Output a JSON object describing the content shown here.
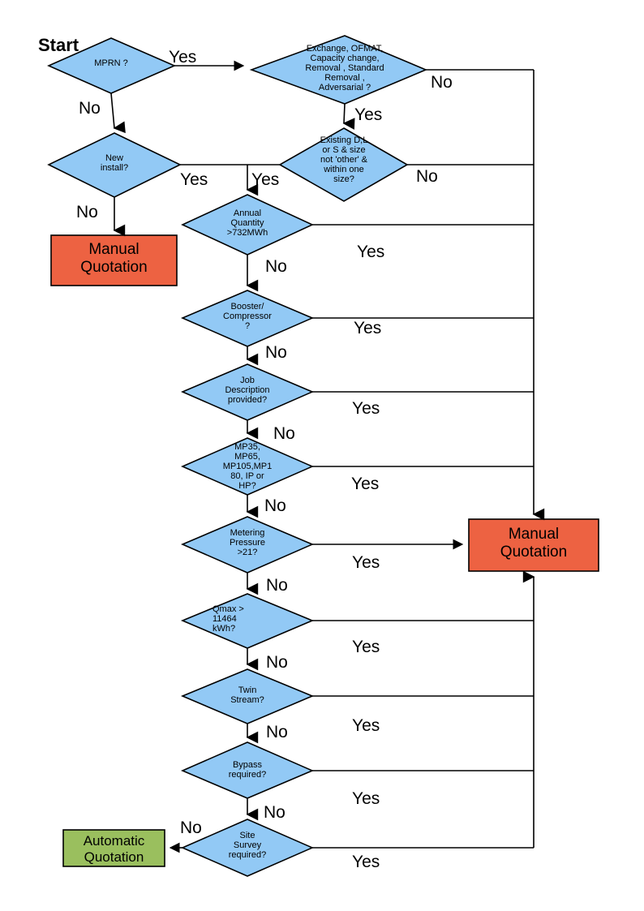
{
  "diagram": {
    "title_label": "Start",
    "colors": {
      "decision_fill": "#92C9F5",
      "manual_fill": "#ED6242",
      "automatic_fill": "#9ABF5E",
      "stroke": "#000000",
      "text": "#000000"
    },
    "yes_label": "Yes",
    "no_label": "No",
    "decisions": [
      {
        "id": "mprn",
        "text": "MPRN ?"
      },
      {
        "id": "exchange",
        "text": "Exchange, OFMAT,\nCapacity change,\nRemoval , Standard\nRemoval ,\nAdversarial ?"
      },
      {
        "id": "newinst",
        "text": "New\ninstall?"
      },
      {
        "id": "existing",
        "text": "Existing D,L\nor S & size\nnot 'other' &\nwithin one\nsize?"
      },
      {
        "id": "annual",
        "text": "Annual\nQuantity\n>732MWh"
      },
      {
        "id": "booster",
        "text": "Booster/\nCompressor\n?"
      },
      {
        "id": "jobdesc",
        "text": "Job\nDescription\nprovided?"
      },
      {
        "id": "mpclass",
        "text": "MP35,\nMP65,\nMP105,MP1\n80, IP or\nHP?"
      },
      {
        "id": "metering",
        "text": "Metering\nPressure\n>21?"
      },
      {
        "id": "qmax",
        "text": "Qmax >\n11464\nkWh?"
      },
      {
        "id": "twin",
        "text": "Twin\nStream?"
      },
      {
        "id": "bypass",
        "text": "Bypass\nrequired?"
      },
      {
        "id": "sitesurvey",
        "text": "Site\nSurvey\nrequired?"
      }
    ],
    "terminals": [
      {
        "id": "manual-left",
        "text": "Manual\nQuotation"
      },
      {
        "id": "manual-right",
        "text": "Manual\nQuotation"
      },
      {
        "id": "automatic",
        "text": "Automatic\nQuotation"
      }
    ],
    "edge_labels": [
      {
        "id": "mprn-yes",
        "text": "Yes"
      },
      {
        "id": "mprn-no",
        "text": "No"
      },
      {
        "id": "exchange-no",
        "text": "No"
      },
      {
        "id": "exchange-yes",
        "text": "Yes"
      },
      {
        "id": "newinst-yes",
        "text": "Yes"
      },
      {
        "id": "newinst-no",
        "text": "No"
      },
      {
        "id": "existing-yes",
        "text": "Yes"
      },
      {
        "id": "existing-no",
        "text": "No"
      },
      {
        "id": "annual-yes",
        "text": "Yes"
      },
      {
        "id": "annual-no",
        "text": "No"
      },
      {
        "id": "booster-yes",
        "text": "Yes"
      },
      {
        "id": "booster-no",
        "text": "No"
      },
      {
        "id": "jobdesc-yes",
        "text": "Yes"
      },
      {
        "id": "jobdesc-no",
        "text": "No"
      },
      {
        "id": "mpclass-yes",
        "text": "Yes"
      },
      {
        "id": "mpclass-no",
        "text": "No"
      },
      {
        "id": "metering-yes",
        "text": "Yes"
      },
      {
        "id": "metering-no",
        "text": "No"
      },
      {
        "id": "qmax-yes",
        "text": "Yes"
      },
      {
        "id": "qmax-no",
        "text": "No"
      },
      {
        "id": "twin-yes",
        "text": "Yes"
      },
      {
        "id": "twin-no",
        "text": "No"
      },
      {
        "id": "bypass-yes",
        "text": "Yes"
      },
      {
        "id": "bypass-no",
        "text": "No"
      },
      {
        "id": "sitesurvey-yes",
        "text": "Yes"
      },
      {
        "id": "sitesurvey-no",
        "text": "No"
      }
    ]
  }
}
